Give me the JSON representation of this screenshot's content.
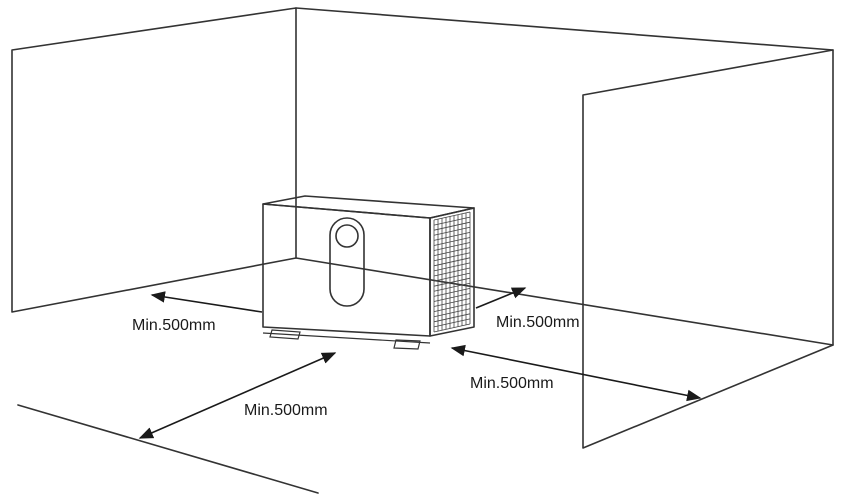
{
  "clearances": [
    {
      "id": "left",
      "label": "Min.500mm"
    },
    {
      "id": "back",
      "label": "Min.500mm"
    },
    {
      "id": "right",
      "label": "Min.500mm"
    },
    {
      "id": "front",
      "label": "Min.500mm"
    }
  ],
  "colors": {
    "line": "#333333",
    "arrow": "#1a1a1a",
    "background": "#ffffff"
  }
}
